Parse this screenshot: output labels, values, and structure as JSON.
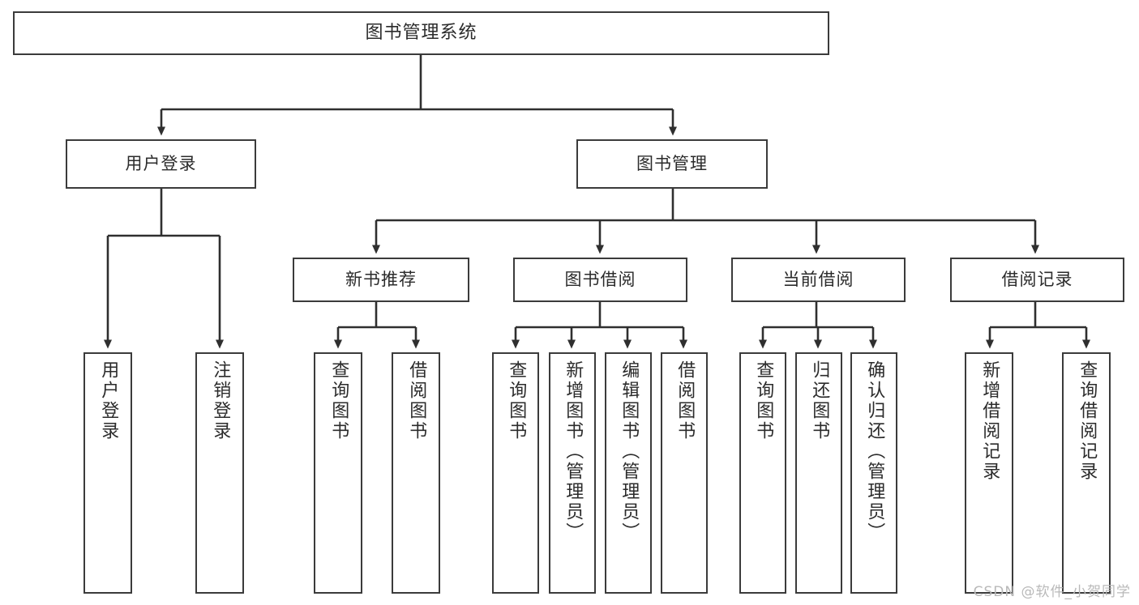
{
  "diagram": {
    "type": "tree-hierarchy-chart",
    "title": "图书管理系统",
    "root": {
      "label": "图书管理系统"
    },
    "level2": [
      {
        "label": "用户登录"
      },
      {
        "label": "图书管理"
      }
    ],
    "level3": [
      {
        "label": "新书推荐"
      },
      {
        "label": "图书借阅"
      },
      {
        "label": "当前借阅"
      },
      {
        "label": "借阅记录"
      }
    ],
    "leaves": [
      {
        "label": "用户登录"
      },
      {
        "label": "注销登录"
      },
      {
        "label": "查询图书"
      },
      {
        "label": "借阅图书"
      },
      {
        "label": "查询图书"
      },
      {
        "label": "新增图书（管理员）"
      },
      {
        "label": "编辑图书（管理员）"
      },
      {
        "label": "借阅图书"
      },
      {
        "label": "查询图书"
      },
      {
        "label": "归还图书"
      },
      {
        "label": "确认归还（管理员）"
      },
      {
        "label": "新增借阅记录"
      },
      {
        "label": "查询借阅记录"
      }
    ],
    "colors": {
      "box_border": "#3b3b3b",
      "box_fill": "#ffffff",
      "connector": "#2f2f2f",
      "text": "#2b2b2b",
      "watermark": "#b9b9b9",
      "background": "#ffffff"
    }
  },
  "watermark": {
    "text": "CSDN @软件_小贺同学"
  }
}
